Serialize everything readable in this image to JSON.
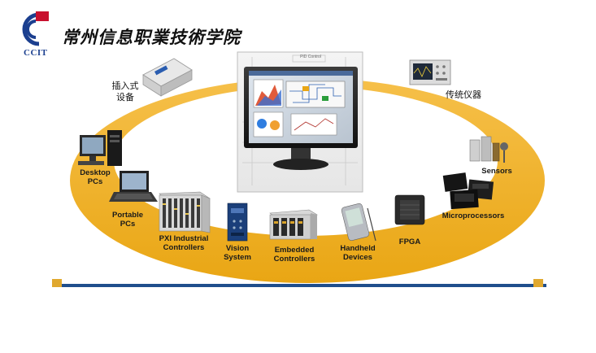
{
  "header": {
    "logo_text": "CCIT",
    "school_name": "常州信息职業技術学院"
  },
  "diagram": {
    "center_screen_title": "PID Control",
    "nodes": [
      {
        "id": "io-device",
        "label": "插入式\n设备",
        "icon": "usb-daq-device-icon"
      },
      {
        "id": "instruments",
        "label": "传统仪器",
        "icon": "oscilloscope-icon"
      },
      {
        "id": "desktop",
        "label": "Desktop\nPCs",
        "icon": "desktop-pc-icon"
      },
      {
        "id": "portable",
        "label": "Portable\nPCs",
        "icon": "laptop-icon"
      },
      {
        "id": "pxi",
        "label": "PXI Industrial\nControllers",
        "icon": "pxi-chassis-icon"
      },
      {
        "id": "vision",
        "label": "Vision\nSystem",
        "icon": "vision-system-icon"
      },
      {
        "id": "embedded",
        "label": "Embedded\nControllers",
        "icon": "embedded-controller-icon"
      },
      {
        "id": "handheld",
        "label": "Handheld\nDevices",
        "icon": "pda-icon"
      },
      {
        "id": "fpga",
        "label": "FPGA",
        "icon": "fpga-chip-icon"
      },
      {
        "id": "micro",
        "label": "Microprocessors",
        "icon": "microprocessor-chips-icon"
      },
      {
        "id": "sensors",
        "label": "Sensors",
        "icon": "sensors-icon"
      }
    ]
  },
  "colors": {
    "ring": "#f0b21e",
    "ring_dark": "#d99a10",
    "footer_blue": "#1f4e8c",
    "footer_gold": "#e0a82e",
    "logo_red": "#c8102e",
    "logo_blue": "#1b3f8f"
  }
}
